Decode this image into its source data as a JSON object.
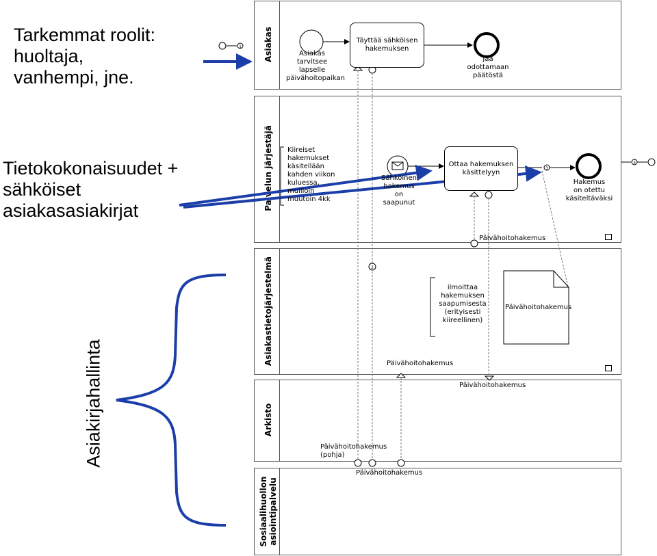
{
  "callouts": {
    "roles": [
      "Tarkemmat roolit:",
      "huoltaja,",
      "vanhempi, jne."
    ],
    "records": [
      "Tietokokonaisuudet +",
      "sähköiset",
      "asiakasasiakirjat"
    ],
    "management": "Asiakirjahallinta"
  },
  "pools": {
    "asiakas": "Asiakas",
    "palvelun": "Palvelun järjestäjä",
    "asiakastieto": "Asiakastietojärjestelmä",
    "arkisto": "Arkisto",
    "sosiaali": [
      "Sosiaalihuollon",
      "asiointipalvelu"
    ]
  },
  "asiakas_lane": {
    "start_label": [
      "Asiakas",
      "tarvitsee",
      "lapselle",
      "päivähoitopaikan"
    ],
    "task": [
      "Täyttää sähköisen",
      "hakemuksen"
    ],
    "end_label": [
      "Jää",
      "odottamaan",
      "päätöstä"
    ]
  },
  "palvelu_lane": {
    "annotation": [
      "Kiireiset",
      "hakemukset",
      "käsitellään",
      "kahden viikon",
      "kuluessa,",
      "muilloin",
      "muutoin 4kk"
    ],
    "message_label": [
      "Sähköinen",
      "hakemus",
      "on",
      "saapunut"
    ],
    "task": [
      "Ottaa hakemuksen",
      "käsittelyyn"
    ],
    "end_label": [
      "Hakemus",
      "on otettu",
      "käsiteltäväksi"
    ],
    "data_label": "Päivähoitohakemus"
  },
  "asiakastieto_lane": {
    "annotation": [
      "ilmoittaa",
      "hakemuksen",
      "saapumisesta",
      "(erityisesti",
      "kiireellinen)"
    ],
    "document": "Päivähoitohakemus",
    "data_label_in": "Päivähoitohakemus",
    "data_label_out": "Päivähoitohakemus"
  },
  "arkisto_lane": {
    "template_label": [
      "Päivähoitohakemus",
      "(pohja)"
    ],
    "data_label": "Päivähoitohakemus"
  },
  "connector_labels": {
    "c1": "1",
    "c2": "2",
    "c3": "3"
  },
  "colors": {
    "accent": "#1c3ea8",
    "stroke": "#000000",
    "dashed": "#777777"
  }
}
